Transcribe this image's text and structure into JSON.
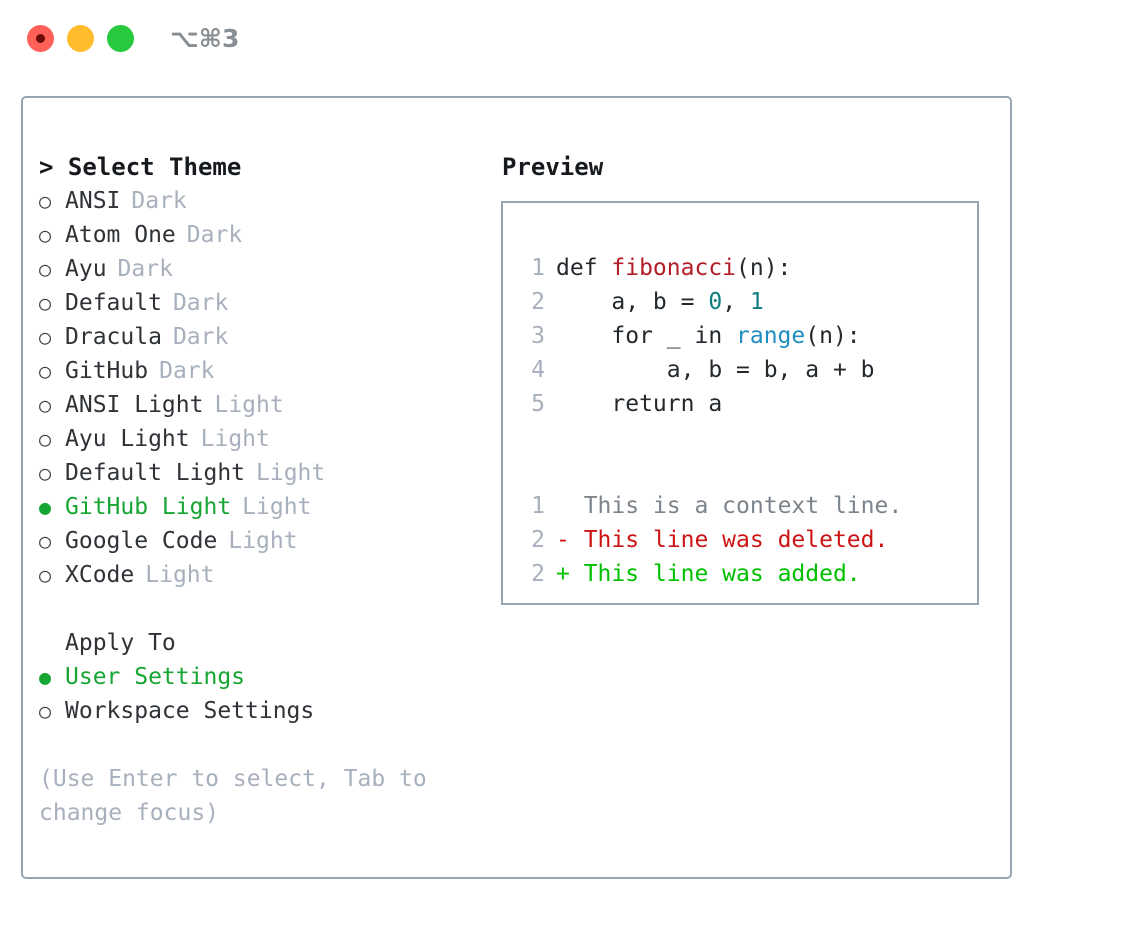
{
  "window": {
    "title_shortcut": "⌥⌘3",
    "traffic_lights": [
      {
        "name": "close",
        "color": "#ff6058"
      },
      {
        "name": "minimize",
        "color": "#ffbd2e"
      },
      {
        "name": "maximize",
        "color": "#27c93f"
      }
    ],
    "border_color": "#98a3b3"
  },
  "colors": {
    "accent_green": "#17a533",
    "muted": "#a8b0bd",
    "text": "#2f3337",
    "diff_add": "#00c000",
    "diff_del": "#cc1414",
    "syntax_fn": "#b31d28",
    "syntax_num": "#0d7d7d",
    "syntax_call": "#1f8dbf"
  },
  "theme_panel": {
    "header": "> Select Theme",
    "bullet_off": "○",
    "bullet_on": "●",
    "items": [
      {
        "label": "ANSI",
        "variant": "Dark",
        "selected": false
      },
      {
        "label": "Atom One",
        "variant": "Dark",
        "selected": false
      },
      {
        "label": "Ayu",
        "variant": "Dark",
        "selected": false
      },
      {
        "label": "Default",
        "variant": "Dark",
        "selected": false
      },
      {
        "label": "Dracula",
        "variant": "Dark",
        "selected": false
      },
      {
        "label": "GitHub",
        "variant": "Dark",
        "selected": false
      },
      {
        "label": "ANSI Light",
        "variant": "Light",
        "selected": false
      },
      {
        "label": "Ayu Light",
        "variant": "Light",
        "selected": false
      },
      {
        "label": "Default Light",
        "variant": "Light",
        "selected": false
      },
      {
        "label": "GitHub Light",
        "variant": "Light",
        "selected": true
      },
      {
        "label": "Google Code",
        "variant": "Light",
        "selected": false
      },
      {
        "label": "XCode",
        "variant": "Light",
        "selected": false
      }
    ]
  },
  "apply_to": {
    "header": "Apply To",
    "options": [
      {
        "label": "User Settings",
        "selected": true
      },
      {
        "label": "Workspace Settings",
        "selected": false
      }
    ]
  },
  "hint": "(Use Enter to select, Tab to change focus)",
  "preview": {
    "header": "Preview",
    "code_lines": [
      {
        "number": "1",
        "tokens": [
          {
            "text": "def ",
            "kind": "plain"
          },
          {
            "text": "fibonacci",
            "kind": "fn"
          },
          {
            "text": "(n):",
            "kind": "plain"
          }
        ]
      },
      {
        "number": "2",
        "tokens": [
          {
            "text": "    a, b = ",
            "kind": "plain"
          },
          {
            "text": "0",
            "kind": "num"
          },
          {
            "text": ", ",
            "kind": "plain"
          },
          {
            "text": "1",
            "kind": "num"
          }
        ]
      },
      {
        "number": "3",
        "tokens": [
          {
            "text": "    for _ in ",
            "kind": "plain"
          },
          {
            "text": "range",
            "kind": "call"
          },
          {
            "text": "(n):",
            "kind": "plain"
          }
        ]
      },
      {
        "number": "4",
        "tokens": [
          {
            "text": "        a, b = b, a + b",
            "kind": "plain"
          }
        ]
      },
      {
        "number": "5",
        "tokens": [
          {
            "text": "    return a",
            "kind": "plain"
          }
        ]
      }
    ],
    "diff_lines": [
      {
        "number": "1",
        "marker": " ",
        "text": " This is a context line.",
        "kind": "ctx"
      },
      {
        "number": "2",
        "marker": "-",
        "text": " This line was deleted.",
        "kind": "del"
      },
      {
        "number": "2",
        "marker": "+",
        "text": " This line was added.",
        "kind": "add"
      }
    ]
  }
}
